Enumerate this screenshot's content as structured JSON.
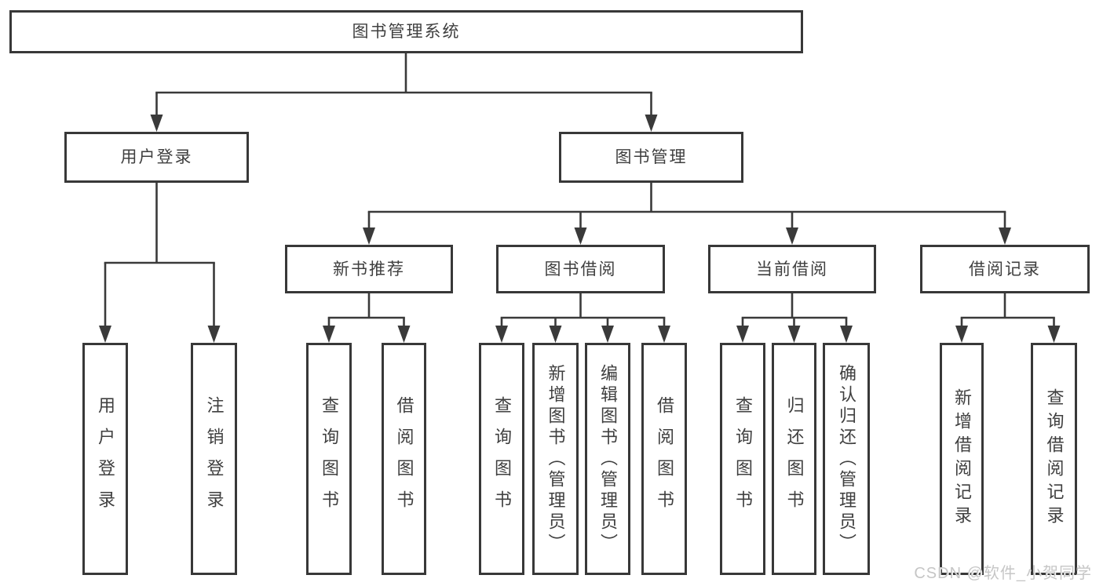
{
  "diagram": {
    "title": "图书管理系统",
    "root": {
      "label": "图书管理系统"
    },
    "level2": [
      {
        "label": "用户登录",
        "parent": "图书管理系统"
      },
      {
        "label": "图书管理",
        "parent": "图书管理系统"
      }
    ],
    "level3": [
      {
        "label": "新书推荐",
        "parent": "图书管理"
      },
      {
        "label": "图书借阅",
        "parent": "图书管理"
      },
      {
        "label": "当前借阅",
        "parent": "图书管理"
      },
      {
        "label": "借阅记录",
        "parent": "图书管理"
      }
    ],
    "leaves": [
      {
        "label": "用户登录",
        "parent": "用户登录"
      },
      {
        "label": "注销登录",
        "parent": "用户登录"
      },
      {
        "label": "查询图书",
        "parent": "新书推荐"
      },
      {
        "label": "借阅图书",
        "parent": "新书推荐"
      },
      {
        "label": "查询图书",
        "parent": "图书借阅"
      },
      {
        "label": "新增图书（管理员）",
        "parent": "图书借阅"
      },
      {
        "label": "编辑图书（管理员）",
        "parent": "图书借阅"
      },
      {
        "label": "借阅图书",
        "parent": "图书借阅"
      },
      {
        "label": "查询图书",
        "parent": "当前借阅"
      },
      {
        "label": "归还图书",
        "parent": "当前借阅"
      },
      {
        "label": "确认归还（管理员）",
        "parent": "当前借阅"
      },
      {
        "label": "新增借阅记录",
        "parent": "借阅记录"
      },
      {
        "label": "查询借阅记录",
        "parent": "借阅记录"
      }
    ]
  },
  "watermark": {
    "text": "CSDN @软件_小贺同学"
  },
  "colors": {
    "line": "#3a3a3a",
    "border": "#383838",
    "fill": "#ffffff",
    "text": "#3f3f3f",
    "watermark": "#c6c6c6"
  }
}
